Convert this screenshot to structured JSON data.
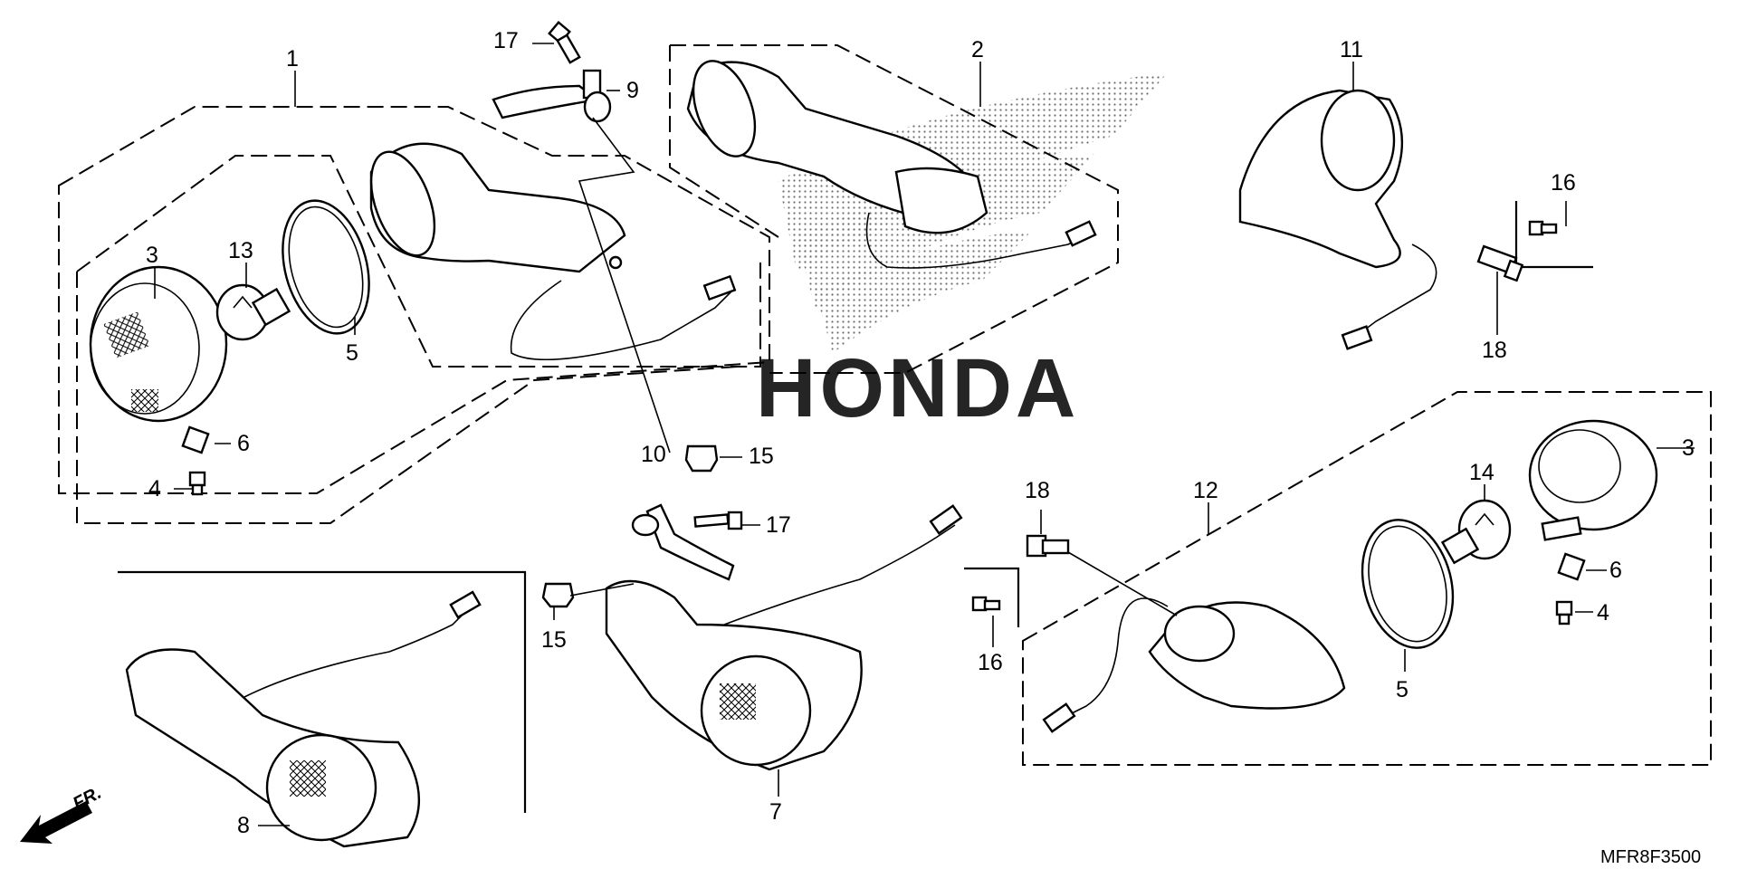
{
  "diagram": {
    "watermark_text": "HONDA",
    "diagram_code": "MFR8F3500",
    "front_arrow_label": "FR.",
    "callouts": [
      {
        "id": "c1",
        "text": "1"
      },
      {
        "id": "c2",
        "text": "2"
      },
      {
        "id": "c3a",
        "text": "3"
      },
      {
        "id": "c3b",
        "text": "3"
      },
      {
        "id": "c4a",
        "text": "4"
      },
      {
        "id": "c4b",
        "text": "4"
      },
      {
        "id": "c5a",
        "text": "5"
      },
      {
        "id": "c5b",
        "text": "5"
      },
      {
        "id": "c6a",
        "text": "6"
      },
      {
        "id": "c6b",
        "text": "6"
      },
      {
        "id": "c7",
        "text": "7"
      },
      {
        "id": "c8",
        "text": "8"
      },
      {
        "id": "c9",
        "text": "9"
      },
      {
        "id": "c10",
        "text": "10"
      },
      {
        "id": "c11",
        "text": "11"
      },
      {
        "id": "c12",
        "text": "12"
      },
      {
        "id": "c13",
        "text": "13"
      },
      {
        "id": "c14",
        "text": "14"
      },
      {
        "id": "c15a",
        "text": "15"
      },
      {
        "id": "c15b",
        "text": "15"
      },
      {
        "id": "c16a",
        "text": "16"
      },
      {
        "id": "c16b",
        "text": "16"
      },
      {
        "id": "c17a",
        "text": "17"
      },
      {
        "id": "c17b",
        "text": "17"
      },
      {
        "id": "c18a",
        "text": "18"
      },
      {
        "id": "c18b",
        "text": "18"
      }
    ]
  }
}
